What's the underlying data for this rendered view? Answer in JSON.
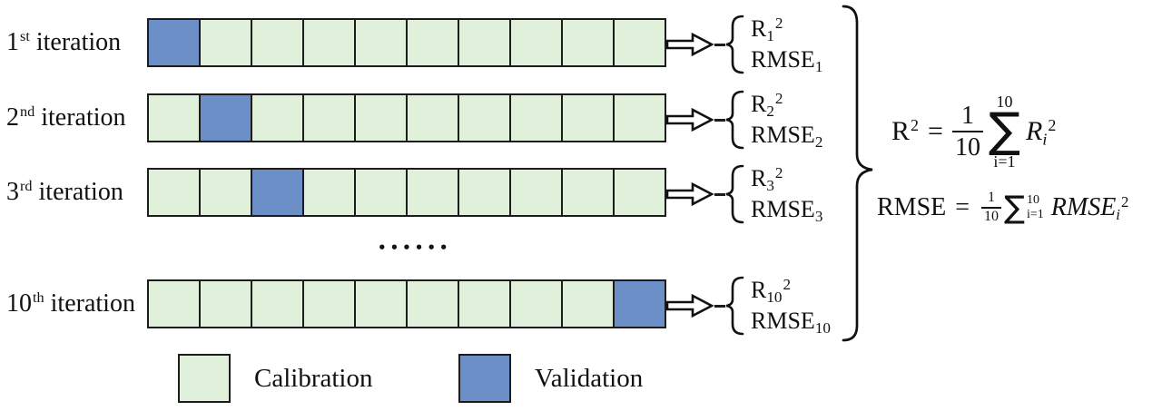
{
  "figure": {
    "num_folds": 10,
    "ellipsis": "••••••",
    "rows": [
      {
        "ordinal": "1",
        "ordinal_suffix": "st",
        "label_word": "iteration",
        "validation_index": 0,
        "r_base": "R",
        "r_sub": "1",
        "r_sup": "2",
        "rmse_base": "RMSE",
        "rmse_sub": "1"
      },
      {
        "ordinal": "2",
        "ordinal_suffix": "nd",
        "label_word": "iteration",
        "validation_index": 1,
        "r_base": "R",
        "r_sub": "2",
        "r_sup": "2",
        "rmse_base": "RMSE",
        "rmse_sub": "2"
      },
      {
        "ordinal": "3",
        "ordinal_suffix": "rd",
        "label_word": "iteration",
        "validation_index": 2,
        "r_base": "R",
        "r_sub": "3",
        "r_sup": "2",
        "rmse_base": "RMSE",
        "rmse_sub": "3"
      },
      {
        "ordinal": "10",
        "ordinal_suffix": "th",
        "label_word": "iteration",
        "validation_index": 9,
        "r_base": "R",
        "r_sub": "10",
        "r_sup": "2",
        "rmse_base": "RMSE",
        "rmse_sub": "10"
      }
    ]
  },
  "legend": {
    "calibration_label": "Calibration",
    "validation_label": "Validation"
  },
  "colors": {
    "calibration": "#e1f0db",
    "validation": "#6d8fc7",
    "border": "#1c1c1c",
    "background": "#ffffff"
  },
  "formulas": {
    "r2": {
      "lhs_base": "R",
      "lhs_sup": "2",
      "equals": "=",
      "frac_num": "1",
      "frac_den": "10",
      "sum_top": "10",
      "sum_symbol": "∑",
      "sum_bottom": "i=1",
      "rhs_base": "R",
      "rhs_sub": "i",
      "rhs_sup": "2"
    },
    "rmse": {
      "lhs": "RMSE",
      "equals": "=",
      "frac_num": "1",
      "frac_den": "10",
      "sum_symbol": "∑",
      "sum_sup": "10",
      "sum_sub": "i=1",
      "rhs_base": "RMSE",
      "rhs_sub": "i",
      "rhs_sup": "2"
    }
  }
}
